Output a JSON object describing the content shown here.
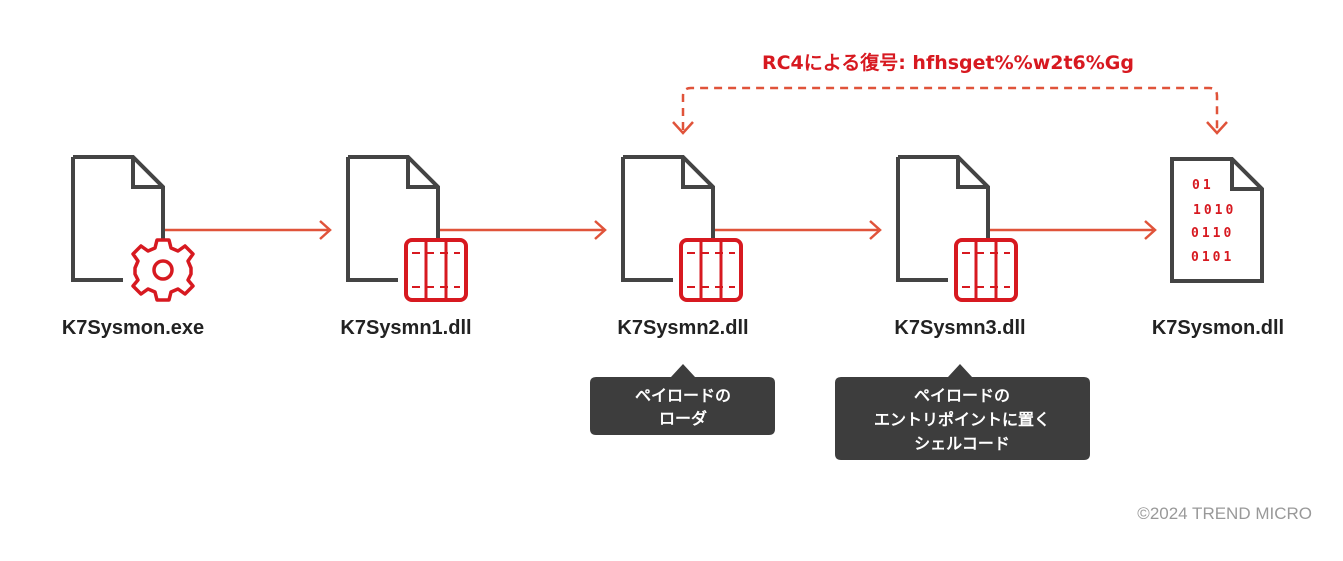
{
  "colors": {
    "doc": "#444444",
    "icon": "#d71920",
    "arrow": "#e0533a",
    "callout": "#3d3d3d",
    "text": "#222222"
  },
  "decrypt_label": "RC4による復号: hfhsget%%w2t6%Gg",
  "files": [
    {
      "name": "K7Sysmon.exe",
      "icon": "gear-icon"
    },
    {
      "name": "K7Sysmn1.dll",
      "icon": "library-icon"
    },
    {
      "name": "K7Sysmn2.dll",
      "icon": "library-icon"
    },
    {
      "name": "K7Sysmn3.dll",
      "icon": "library-icon"
    },
    {
      "name": "K7Sysmon.dll",
      "icon": "binary-icon"
    }
  ],
  "binary_lines": [
    "01",
    "1010",
    "0110",
    "0101"
  ],
  "callouts": [
    {
      "lines": [
        "ペイロードの",
        "ローダ"
      ]
    },
    {
      "lines": [
        "ペイロードの",
        "エントリポイントに置く",
        "シェルコード"
      ]
    }
  ],
  "copyright": "©2024 TREND MICRO"
}
